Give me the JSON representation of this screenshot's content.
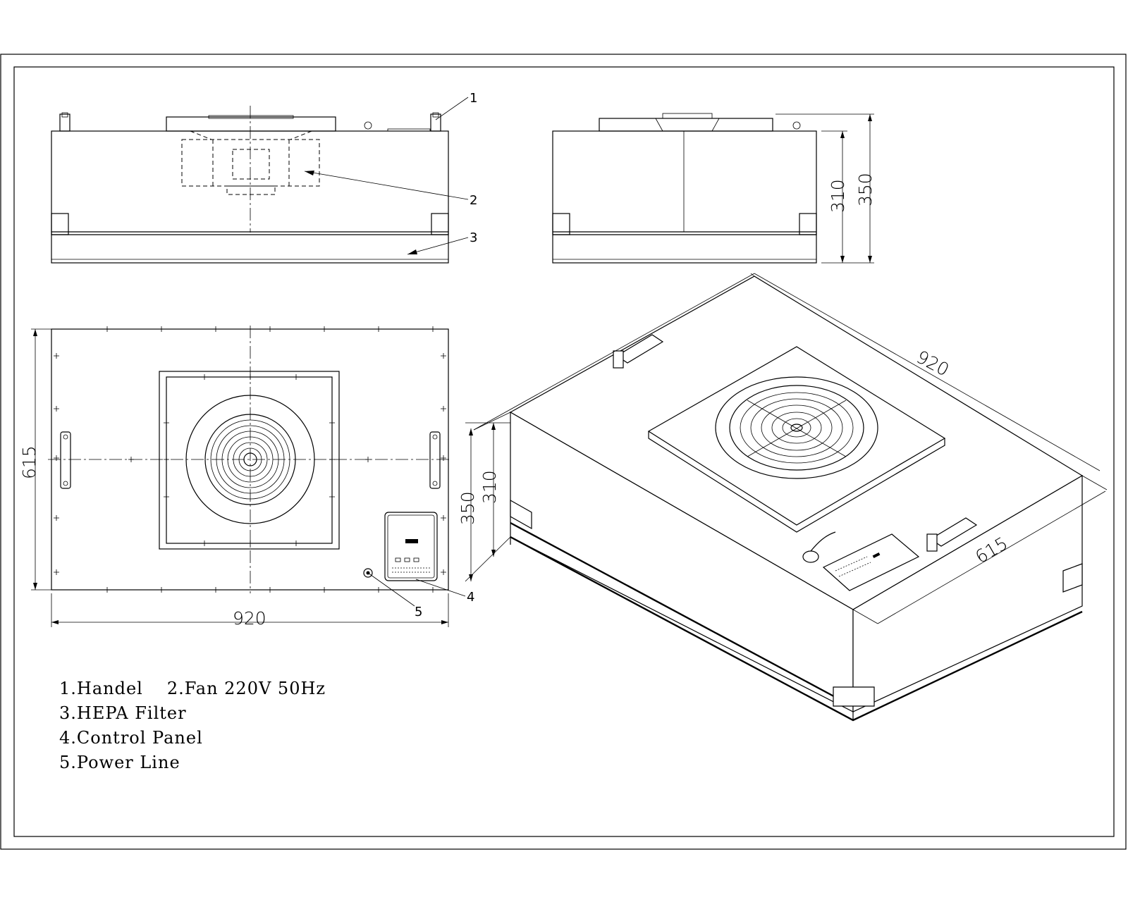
{
  "legend": {
    "item1": "1.Handel",
    "item2": "2.Fan 220V 50Hz",
    "item3": "3.HEPA Filter",
    "item4": "4.Control Panel",
    "item5": "5.Power Line"
  },
  "callouts": {
    "c1": "1",
    "c2": "2",
    "c3": "3",
    "c4": "4",
    "c5": "5"
  },
  "dimensions": {
    "width": "920",
    "depth": "615",
    "height_total": "350",
    "height_body": "310"
  }
}
